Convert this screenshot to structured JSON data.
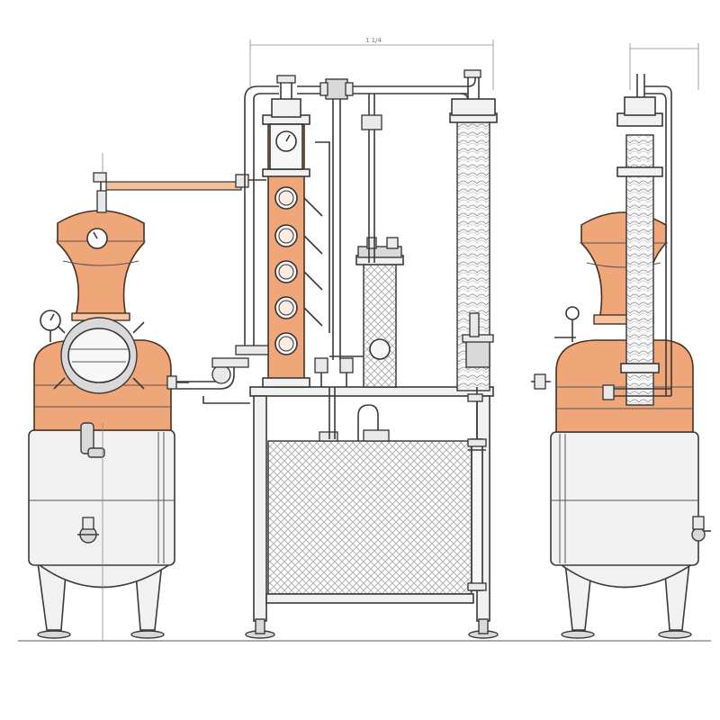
{
  "diagram": {
    "dimension_label_center": "1 1/4",
    "colors": {
      "copper": "#efa77a",
      "copper_dark": "#d98a5a",
      "steel": "#f1f1f1",
      "outline": "#3a3a3a",
      "background": "#ffffff"
    },
    "components": [
      "pot-still-front",
      "bubble-cap-column",
      "dephlegmator-column",
      "product-condenser",
      "spirit-tank-frame",
      "pot-still-side"
    ]
  }
}
